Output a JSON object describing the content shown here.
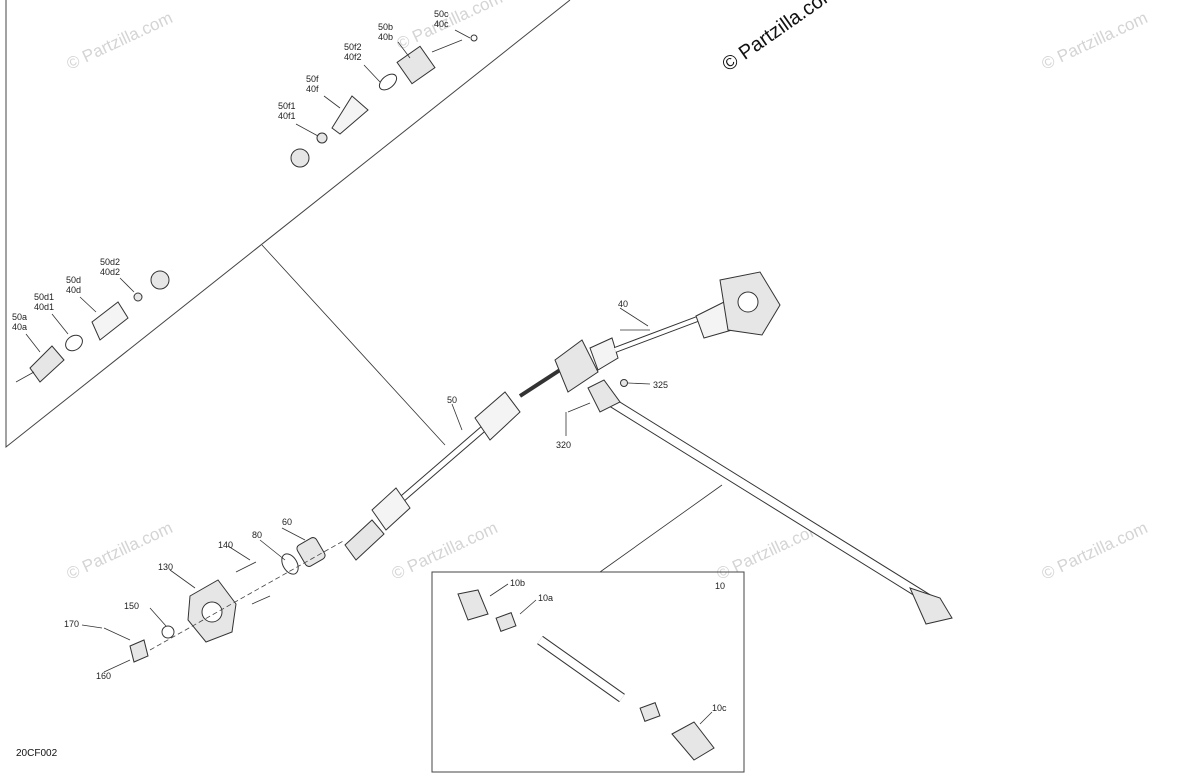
{
  "diagram": {
    "code": "20CF002",
    "watermark": "© Partzilla.com",
    "watermark_repeat": "© Partzilla.com",
    "colors": {
      "line": "#333333",
      "frame": "#444444",
      "watermark": "#d4d4d4",
      "background": "#ffffff"
    },
    "labels": [
      {
        "id": "l-50c-40c",
        "lines": [
          "50c",
          "40c"
        ]
      },
      {
        "id": "l-50b-40b",
        "lines": [
          "50b",
          "40b"
        ]
      },
      {
        "id": "l-50f2-40f2",
        "lines": [
          "50f2",
          "40f2"
        ]
      },
      {
        "id": "l-50f-40f",
        "lines": [
          "50f",
          "40f"
        ]
      },
      {
        "id": "l-50f1-40f1",
        "lines": [
          "50f1",
          "40f1"
        ]
      },
      {
        "id": "l-50d2-40d2",
        "lines": [
          "50d2",
          "40d2"
        ]
      },
      {
        "id": "l-50d-40d",
        "lines": [
          "50d",
          "40d"
        ]
      },
      {
        "id": "l-50d1-40d1",
        "lines": [
          "50d1",
          "40d1"
        ]
      },
      {
        "id": "l-50a-40a",
        "lines": [
          "50a",
          "40a"
        ]
      },
      {
        "id": "l-40",
        "lines": [
          "40"
        ]
      },
      {
        "id": "l-325",
        "lines": [
          "325"
        ]
      },
      {
        "id": "l-50",
        "lines": [
          "50"
        ]
      },
      {
        "id": "l-320",
        "lines": [
          "320"
        ]
      },
      {
        "id": "l-60",
        "lines": [
          "60"
        ]
      },
      {
        "id": "l-80",
        "lines": [
          "80"
        ]
      },
      {
        "id": "l-140",
        "lines": [
          "140"
        ]
      },
      {
        "id": "l-130",
        "lines": [
          "130"
        ]
      },
      {
        "id": "l-150",
        "lines": [
          "150"
        ]
      },
      {
        "id": "l-170",
        "lines": [
          "170"
        ]
      },
      {
        "id": "l-160",
        "lines": [
          "160"
        ]
      },
      {
        "id": "l-10",
        "lines": [
          "10"
        ]
      },
      {
        "id": "l-10b",
        "lines": [
          "10b"
        ]
      },
      {
        "id": "l-10a",
        "lines": [
          "10a"
        ]
      },
      {
        "id": "l-10c",
        "lines": [
          "10c"
        ]
      }
    ]
  }
}
